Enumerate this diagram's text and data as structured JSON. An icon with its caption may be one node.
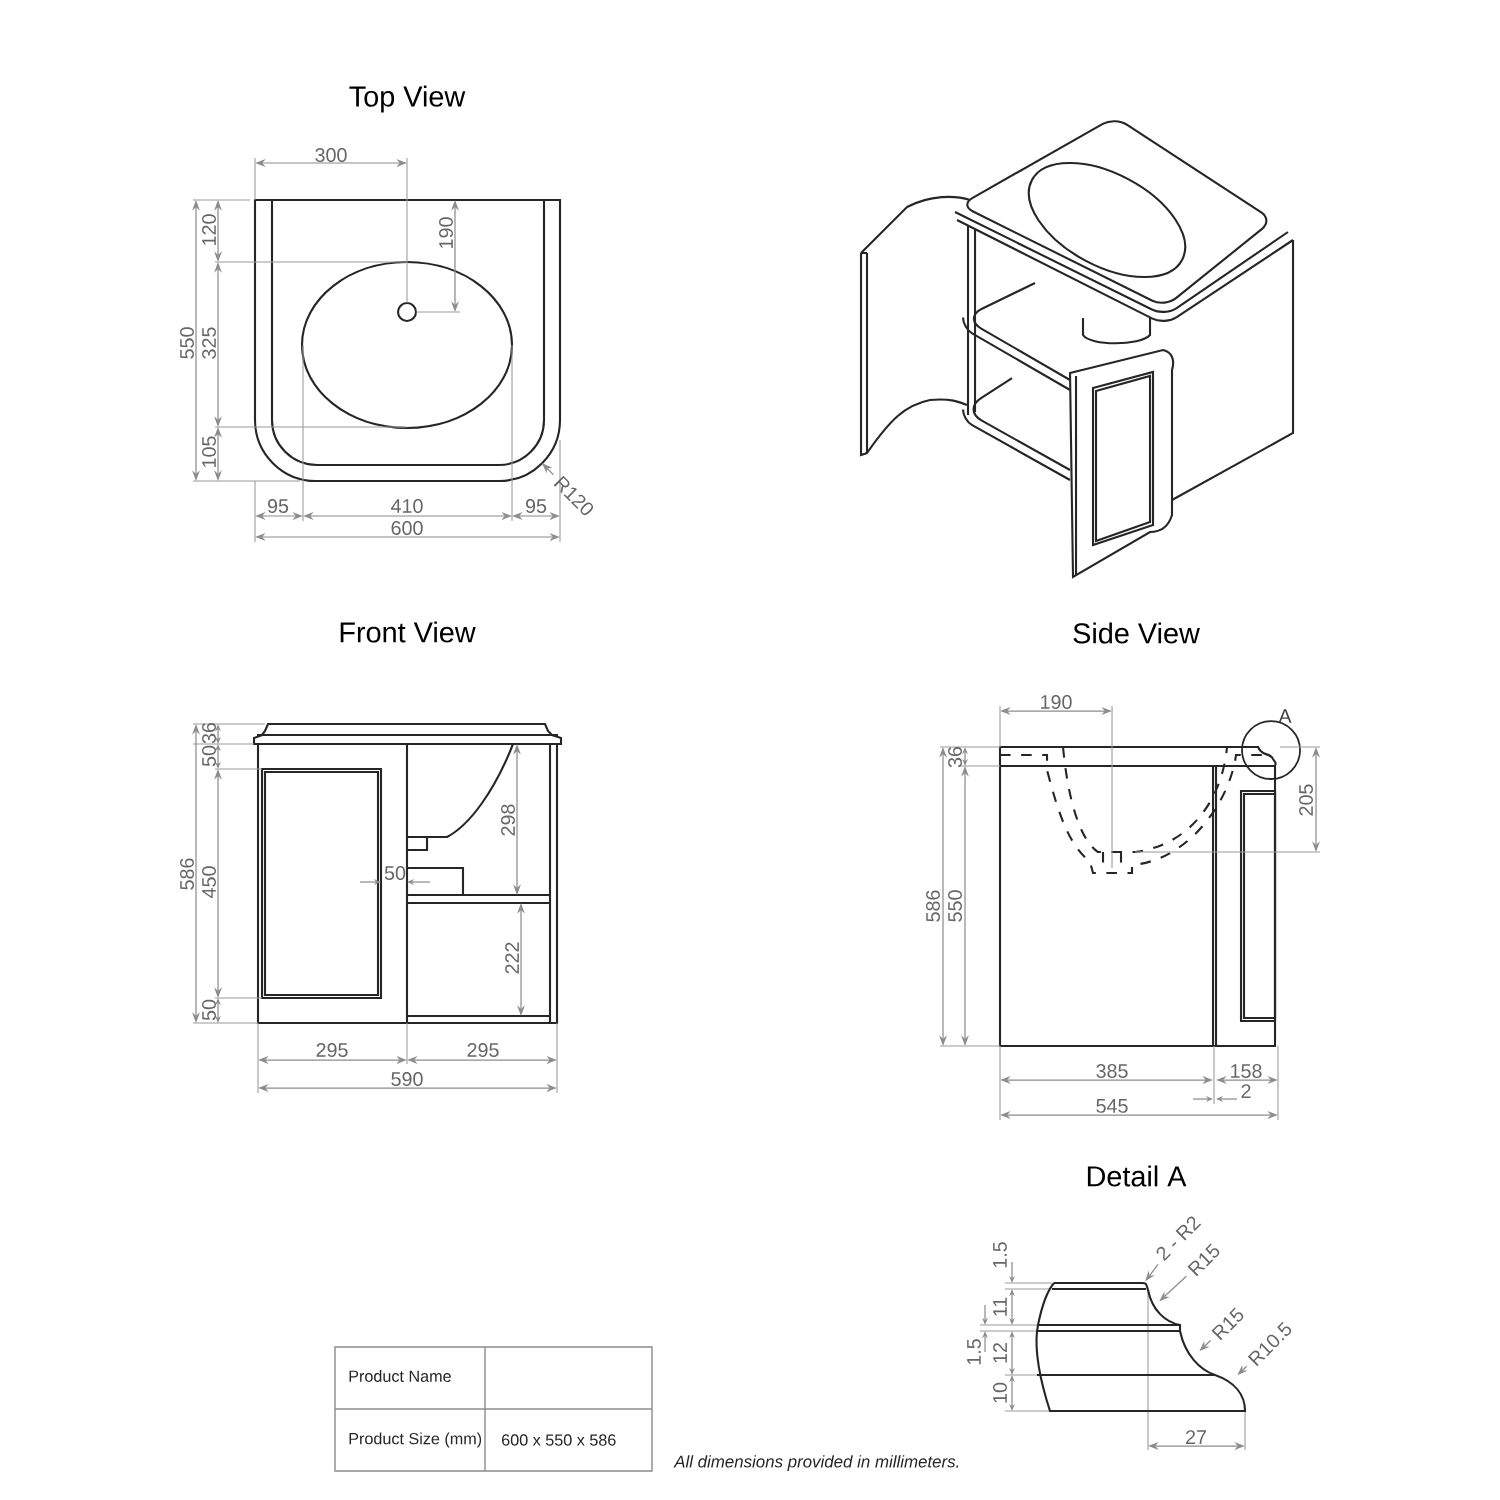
{
  "diagram": {
    "nodes": [
      {
        "text": [
          "R120"
        ]
      },
      {
        "text": [
          "2 - R2"
        ]
      },
      {
        "text": [
          "R15"
        ]
      },
      {
        "text": [
          "R15"
        ]
      },
      {
        "text": [
          "R10.5"
        ]
      },
      {
        "text": [],
        "shape": "picture"
      }
    ],
    "edges": [
      {
        "from": 0,
        "to": null,
        "arrow": "to"
      },
      {
        "from": 1,
        "to": 5,
        "arrow": "to"
      },
      {
        "from": 2,
        "to": 5,
        "arrow": "to"
      },
      {
        "from": 3,
        "to": 5,
        "arrow": "to"
      },
      {
        "from": 4,
        "to": 5,
        "arrow": "to"
      }
    ],
    "labels": [
      "Top View",
      "300",
      "120",
      "190",
      "550",
      "325",
      "105",
      "95",
      "410",
      "95",
      "600",
      "Front View",
      "Side View",
      "36",
      "50",
      "298",
      "586",
      "450",
      "50",
      "222",
      "50",
      "295",
      "295",
      "590",
      "190",
      "A",
      "36",
      "205",
      "586",
      "550",
      "385",
      "158",
      "2",
      "545",
      "Detail A",
      "1.5",
      "11",
      "1.5",
      "12",
      "10",
      "27",
      "Product Name",
      "Product Size (mm)",
      "600 x 550 x 586",
      "All dimensions provided in millimeters."
    ]
  }
}
